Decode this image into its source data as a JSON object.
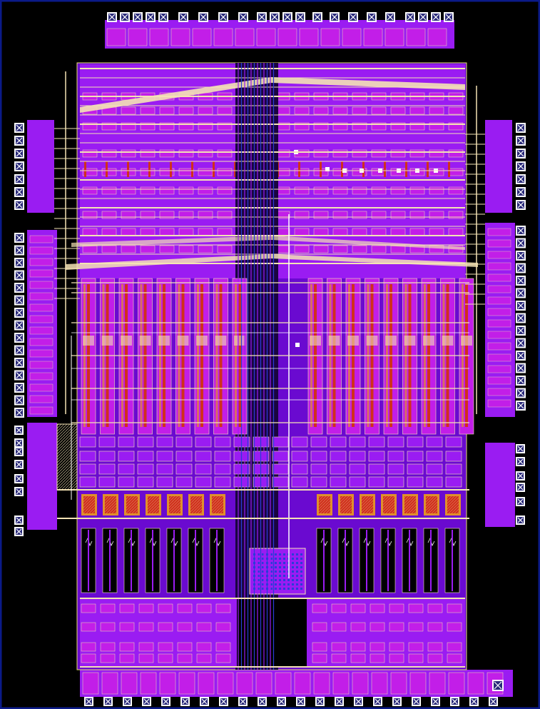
{
  "title": "",
  "colors": {
    "background": "#000000",
    "metal_purple": "#9a1cf2",
    "metal_purple_dark": "#6a0ad0",
    "metal_magenta": "#c21ee8",
    "routing_cream": "#f4e3b4",
    "poly_red": "#d0301c",
    "accent_orange": "#e0902a",
    "via_white": "#ffffff",
    "well_blue": "#2a3cd8",
    "frame_navy": "#0b1a88",
    "boundary_yellow": "#e6e06a"
  },
  "pads": {
    "top_count": 20,
    "bottom_count": 22,
    "left_upper_count": 16,
    "left_lower_count": 6,
    "right_upper_count": 16,
    "right_lower_count": 6,
    "pad_icon": "bond-pad-cross-icon"
  },
  "core": {
    "column_count_left": 9,
    "column_count_right": 9,
    "routing_bus_rows": 22,
    "capacitor_blocks": 18,
    "center_macro": "via-array-block"
  }
}
